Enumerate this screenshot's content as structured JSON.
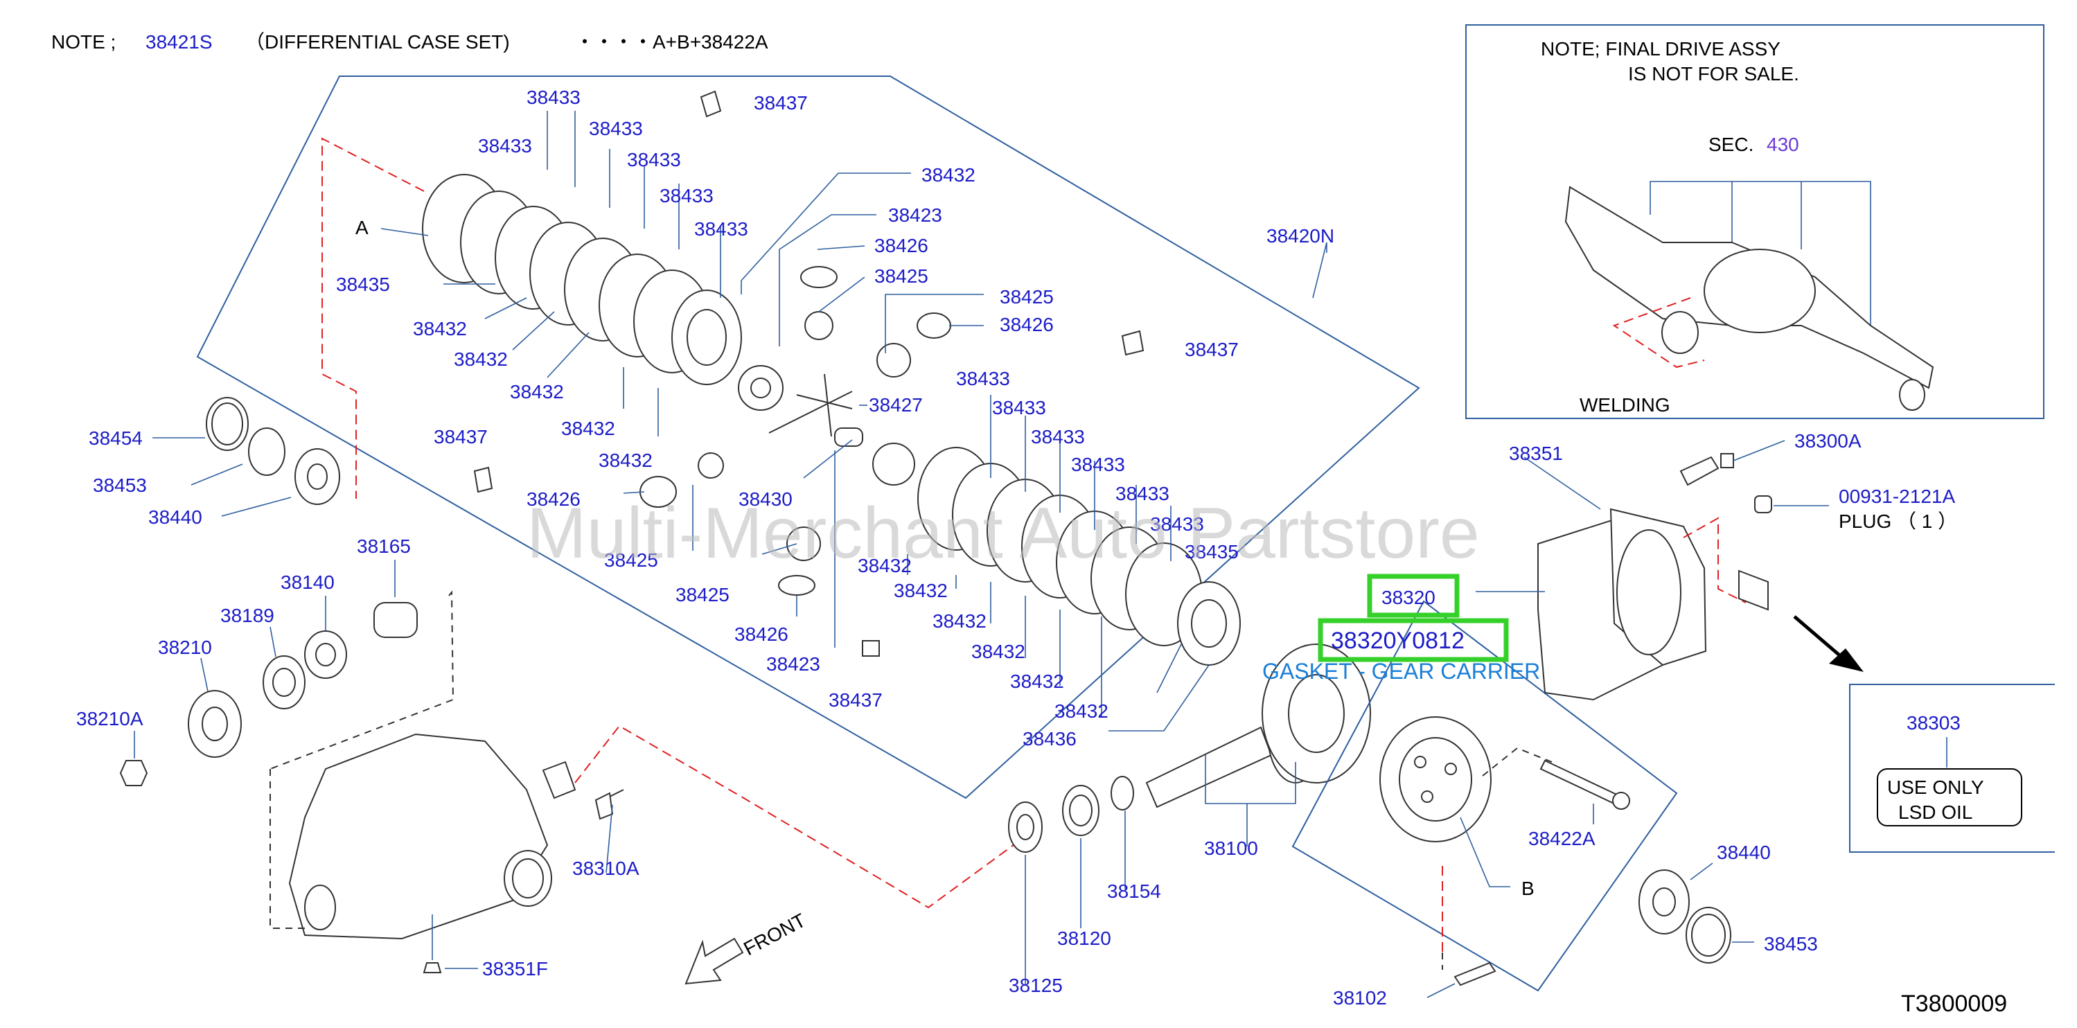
{
  "note": {
    "prefix": "NOTE ;",
    "part": "38421S",
    "desc": "（DIFFERENTIAL  CASE  SET)",
    "formula": "・・・・A+B+38422A"
  },
  "final_drive_note": {
    "line1": "NOTE;  FINAL  DRIVE  ASSY",
    "line2": "IS  NOT  FOR  SALE.",
    "sec_label": "SEC.",
    "sec_number": "430",
    "welding": "WELDING"
  },
  "plug_label": "PLUG （ 1 ）",
  "oil_box": {
    "part": "38303",
    "line1": "USE   ONLY",
    "line2": "LSD   OIL"
  },
  "highlight": {
    "part1": "38320",
    "part2": "38320Y0812",
    "description": "GASKET - GEAR CARRIER"
  },
  "letters": {
    "a": "A",
    "b": "B"
  },
  "watermark": "Multi-Merchant Auto Partstore",
  "front_label": "FRONT",
  "diagram_code": "T3800009",
  "parts": {
    "p38433_1": "38433",
    "p38433_2": "38433",
    "p38433_3": "38433",
    "p38433_4": "38433",
    "p38433_5": "38433",
    "p38433_6": "38433",
    "p38437_1": "38437",
    "p38437_2": "38437",
    "p38437_3": "38437",
    "p38437_4": "38437",
    "p38432_top": "38432",
    "p38423_top": "38423",
    "p38426_top": "38426",
    "p38425_top": "38425",
    "p38425_r": "38425",
    "p38426_r": "38426",
    "p38420N": "38420N",
    "p38435_l": "38435",
    "p38432_a": "38432",
    "p38432_b": "38432",
    "p38432_c": "38432",
    "p38432_d": "38432",
    "p38432_e": "38432",
    "p38427": "38427",
    "p38433_r1": "38433",
    "p38433_r2": "38433",
    "p38433_r3": "38433",
    "p38433_r4": "38433",
    "p38433_r5": "38433",
    "p38433_r6": "38433",
    "p38435_r": "38435",
    "p38426_l": "38426",
    "p38430": "38430",
    "p38425_l": "38425",
    "p38425_b": "38425",
    "p38426_b": "38426",
    "p38423_b": "38423",
    "p38432_f": "38432",
    "p38432_g": "38432",
    "p38432_h": "38432",
    "p38432_i": "38432",
    "p38432_j": "38432",
    "p38432_k": "38432",
    "p38436": "38436",
    "p38454": "38454",
    "p38453_l": "38453",
    "p38440_l": "38440",
    "p38165": "38165",
    "p38140": "38140",
    "p38189": "38189",
    "p38210": "38210",
    "p38210A": "38210A",
    "p38310A": "38310A",
    "p38351F": "38351F",
    "p38351": "38351",
    "p38300A": "38300A",
    "p00931": "00931-2121A",
    "p38100": "38100",
    "p38154": "38154",
    "p38120": "38120",
    "p38125": "38125",
    "p38422A": "38422A",
    "p38440_r": "38440",
    "p38453_r": "38453",
    "p38102": "38102"
  }
}
